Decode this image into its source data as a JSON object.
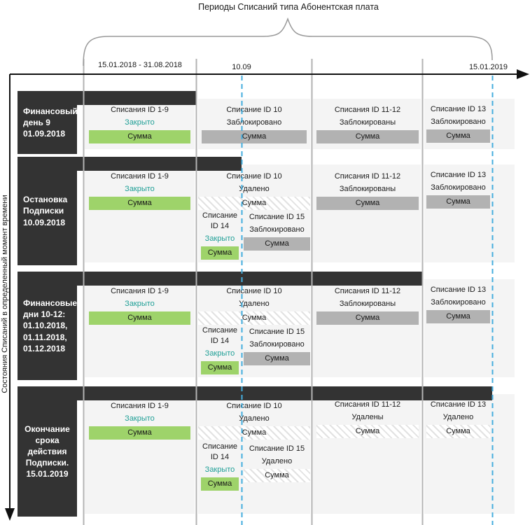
{
  "title": "Периоды Списаний типа Абонентская плата",
  "y_axis_label": "Состояния Списаний в определенный момент времени",
  "timeline": {
    "range_label": "15.01.2018 - 31.08.2018",
    "mid_label": "10.09",
    "end_label": "15.01.2019"
  },
  "colors": {
    "dark_box": "#333333",
    "column_bg": "#f4f4f4",
    "closed_green": "#9ed36a",
    "closed_text_teal": "#21a097",
    "blocked_gray": "#b2b2b2",
    "grid_line": "#b3b3b3",
    "dashed_marker_blue": "#45aede",
    "brace_gray": "#999999"
  },
  "rows": [
    {
      "label": "Финансовый день 9 01.09.2018",
      "cards": [
        {
          "title": "Списания ID 1-9",
          "status": "Закрыто",
          "amount": "Сумма"
        },
        {
          "title": "Списание ID 10",
          "status": "Заблокировано",
          "amount": "Сумма"
        },
        {
          "title": "Списания ID 11-12",
          "status": "Заблокированы",
          "amount": "Сумма"
        },
        {
          "title": "Списание ID 13",
          "status": "Заблокировано",
          "amount": "Сумма"
        }
      ]
    },
    {
      "label": "Остановка Подписки 10.09.2018",
      "cards": [
        {
          "title": "Списания ID 1-9",
          "status": "Закрыто",
          "amount": "Сумма"
        },
        {
          "title": "Списание ID 10",
          "status": "Удалено",
          "amount": "Сумма"
        },
        {
          "title": "Списание ID 14",
          "status": "Закрыто",
          "amount": "Сумма"
        },
        {
          "title": "Списание ID 15",
          "status": "Заблокировано",
          "amount": "Сумма"
        },
        {
          "title": "Списания ID 11-12",
          "status": "Заблокированы",
          "amount": "Сумма"
        },
        {
          "title": "Списание ID 13",
          "status": "Заблокировано",
          "amount": "Сумма"
        }
      ]
    },
    {
      "label": "Финансовые дни 10-12: 01.10.2018, 01.11.2018, 01.12.2018",
      "cards": [
        {
          "title": "Списания ID 1-9",
          "status": "Закрыто",
          "amount": "Сумма"
        },
        {
          "title": "Списание ID 10",
          "status": "Удалено",
          "amount": "Сумма"
        },
        {
          "title": "Списание ID 14",
          "status": "Закрыто",
          "amount": "Сумма"
        },
        {
          "title": "Списание ID 15",
          "status": "Заблокировано",
          "amount": "Сумма"
        },
        {
          "title": "Списания ID 11-12",
          "status": "Заблокированы",
          "amount": "Сумма"
        },
        {
          "title": "Списание ID 13",
          "status": "Заблокировано",
          "amount": "Сумма"
        }
      ]
    },
    {
      "label": "Окончание срока действия Подписки. 15.01.2019",
      "cards": [
        {
          "title": "Списания ID 1-9",
          "status": "Закрыто",
          "amount": "Сумма"
        },
        {
          "title": "Списание ID 10",
          "status": "Удалено",
          "amount": "Сумма"
        },
        {
          "title": "Списание ID 14",
          "status": "Закрыто",
          "amount": "Сумма"
        },
        {
          "title": "Списание ID 15",
          "status": "Удалено",
          "amount": "Сумма"
        },
        {
          "title": "Списания ID 11-12",
          "status": "Удалены",
          "amount": "Сумма"
        },
        {
          "title": "Списание ID 13",
          "status": "Удалено",
          "amount": "Сумма"
        }
      ]
    }
  ]
}
